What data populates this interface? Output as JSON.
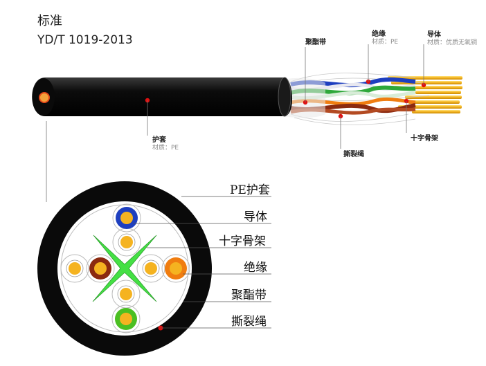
{
  "header": {
    "title": "标准",
    "standard": "YD/T 1019-2013"
  },
  "callouts": {
    "sheath": {
      "name": "护套",
      "material": "材质：PE"
    },
    "tape": {
      "name": "聚酯带"
    },
    "insulation": {
      "name": "绝缘",
      "material": "材质：PE"
    },
    "conductor": {
      "name": "导体",
      "material": "材质：优质无氧铜"
    },
    "cross": {
      "name": "十字骨架"
    },
    "ripcord": {
      "name": "撕裂绳"
    }
  },
  "legend": [
    "PE护套",
    "导体",
    "十字骨架",
    "绝缘",
    "聚酯带",
    "撕裂绳"
  ],
  "colors": {
    "jacket": "#0d0d0d",
    "conductor": "#f5b320",
    "pair_blue": "#1e3fbf",
    "pair_brown": "#8b2a10",
    "pair_orange": "#f07d10",
    "pair_green": "#4bbf22",
    "cross_filler": "#44e044",
    "marker": "#e01010"
  }
}
